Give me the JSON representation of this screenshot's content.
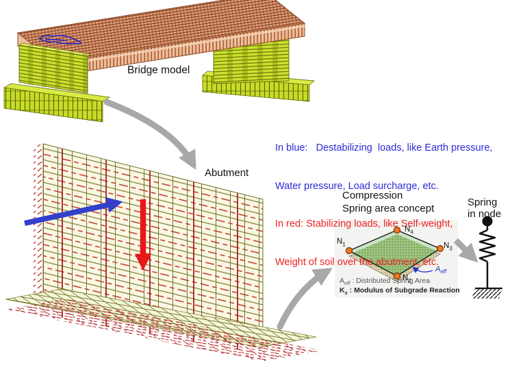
{
  "bridge": {
    "label": "Bridge model"
  },
  "abutment": {
    "label": "Abutment"
  },
  "loads_note": {
    "lines": [
      {
        "text": "In blue:   Destabilizing  loads, like Earth pressure,",
        "color": "#2b2bd6"
      },
      {
        "text": "Water pressure, Load surcharge, etc.",
        "color": "#2b2bd6"
      },
      {
        "text": "In red: Stabilizing loads, like Self-weight,",
        "color": "#ee2222"
      },
      {
        "text": "Weight of soil over the abutment, etc.",
        "color": "#ee2222"
      }
    ]
  },
  "spring_concept": {
    "title_line1": "Compression",
    "title_line2": "Spring area concept",
    "nodes": [
      {
        "base": "N",
        "sub": "1"
      },
      {
        "base": "N",
        "sub": "4"
      },
      {
        "base": "N",
        "sub": "3"
      },
      {
        "base": "N",
        "sub": "2"
      }
    ],
    "aeff_label": {
      "base": "A",
      "sub": "eff"
    },
    "legend": [
      {
        "base": "A",
        "sub": "eff",
        "desc": " : Distributed Spring Area"
      },
      {
        "base": "K",
        "sub": "s",
        "desc": " : Modulus of Subgrade Reaction"
      }
    ]
  },
  "spring_node": {
    "line1": "Spring",
    "line2": "in node"
  },
  "colors": {
    "destabilizing_blue": "#2b2bd6",
    "stabilizing_red": "#ee2222",
    "arrow_gray": "#a8a8a8",
    "pier_green": "#cde02e",
    "deck_salmon": "#e2a17d",
    "node_orange": "#ef7b1e",
    "wall_cream": "#faf8e3",
    "mesh_olive": "#807e36",
    "mesh_red": "#c03030",
    "quad_green": "#9cc47e",
    "quad_mint": "#cbe5c9",
    "quad_tan": "#dad1b1"
  }
}
